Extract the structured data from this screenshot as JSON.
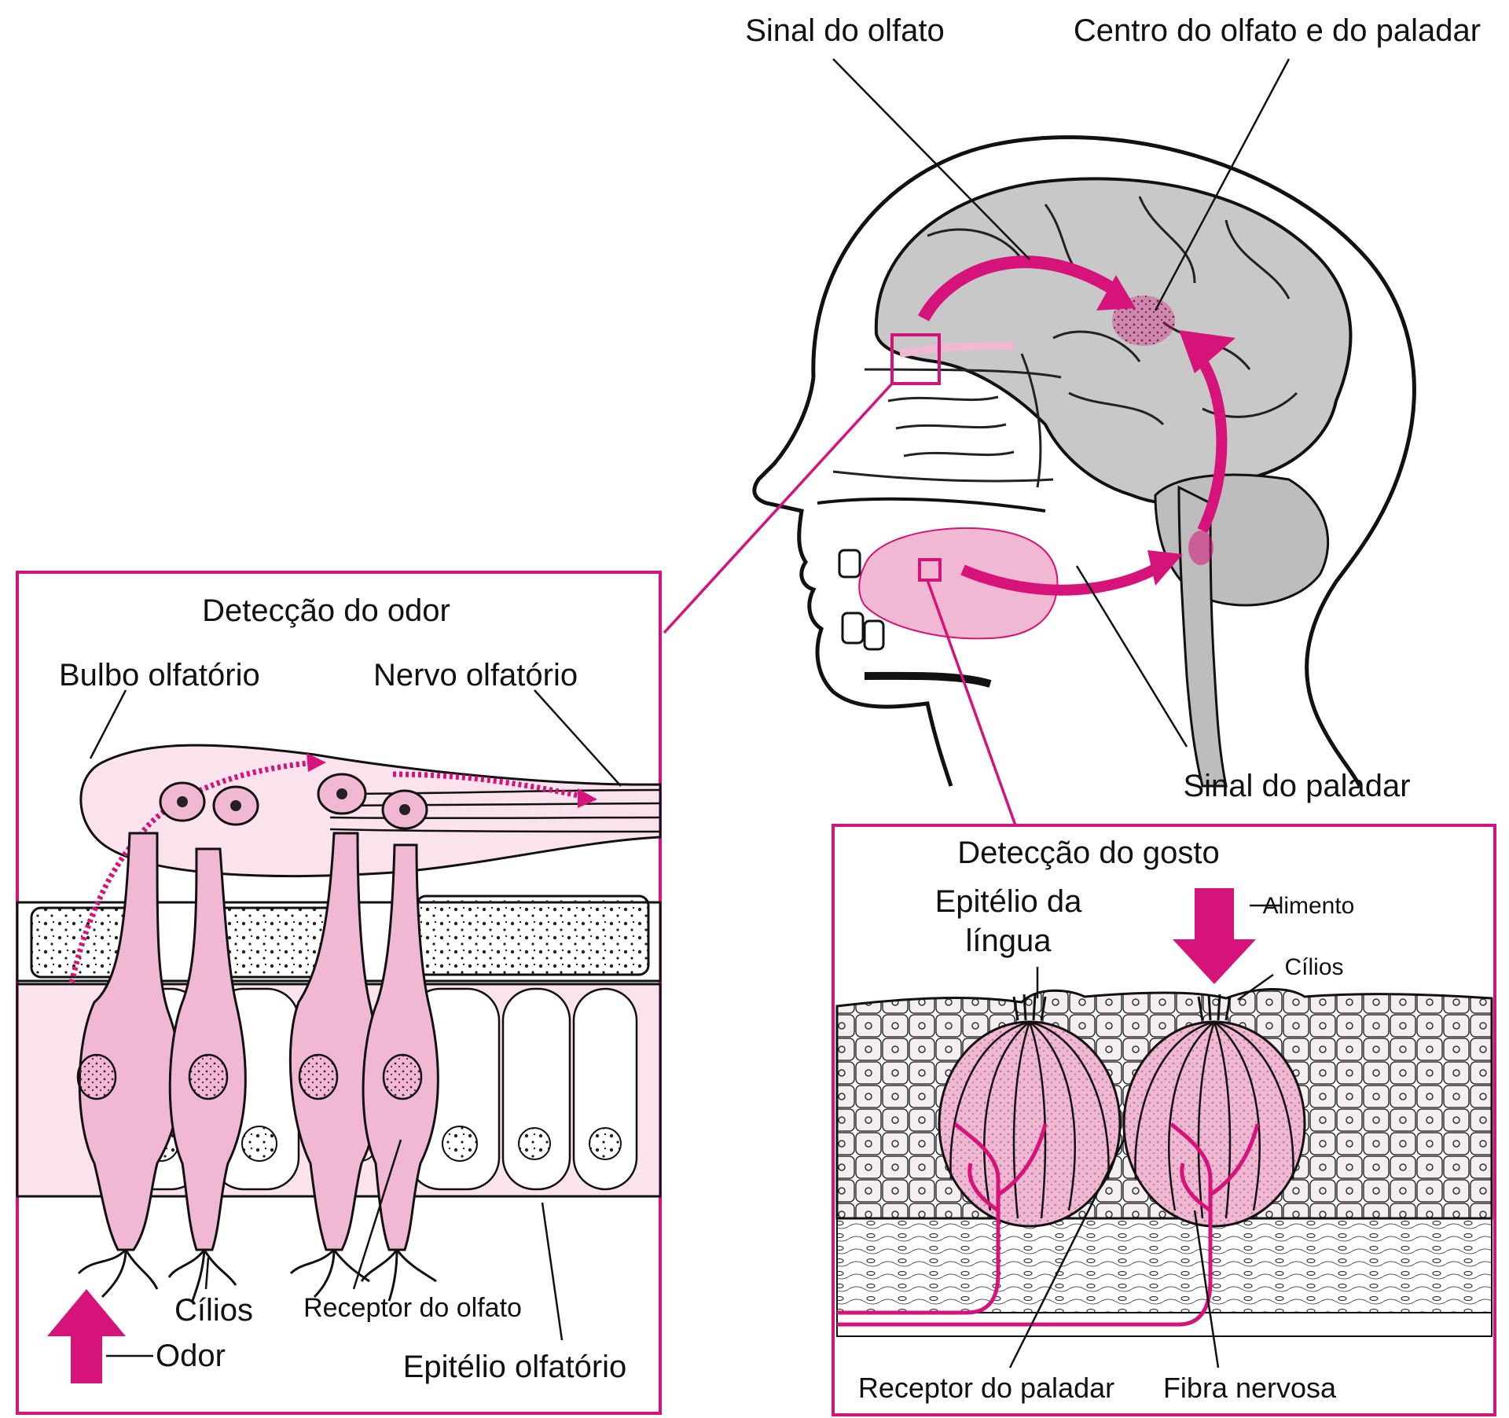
{
  "colors": {
    "accent": "#d6137a",
    "pink_fill": "#f1b8d3",
    "pink_light": "#fbe3ee",
    "brain_gray": "#c8c8c8",
    "line": "#111111"
  },
  "head": {
    "sinal_olfato": "Sinal do olfato",
    "centro": "Centro do olfato e do paladar",
    "sinal_paladar": "Sinal do paladar"
  },
  "odor_panel": {
    "title": "Detecção do odor",
    "bulbo": "Bulbo olfatório",
    "nervo": "Nervo olfatório",
    "cilios": "Cílios",
    "receptor": "Receptor do olfato",
    "odor": "Odor",
    "epitelio": "Epitélio olfatório"
  },
  "taste_panel": {
    "title": "Detecção do gosto",
    "epitelio_line1": "Epitélio da",
    "epitelio_line2": "língua",
    "alimento": "Alimento",
    "cilios": "Cílios",
    "receptor": "Receptor do paladar",
    "fibra": "Fibra nervosa"
  }
}
